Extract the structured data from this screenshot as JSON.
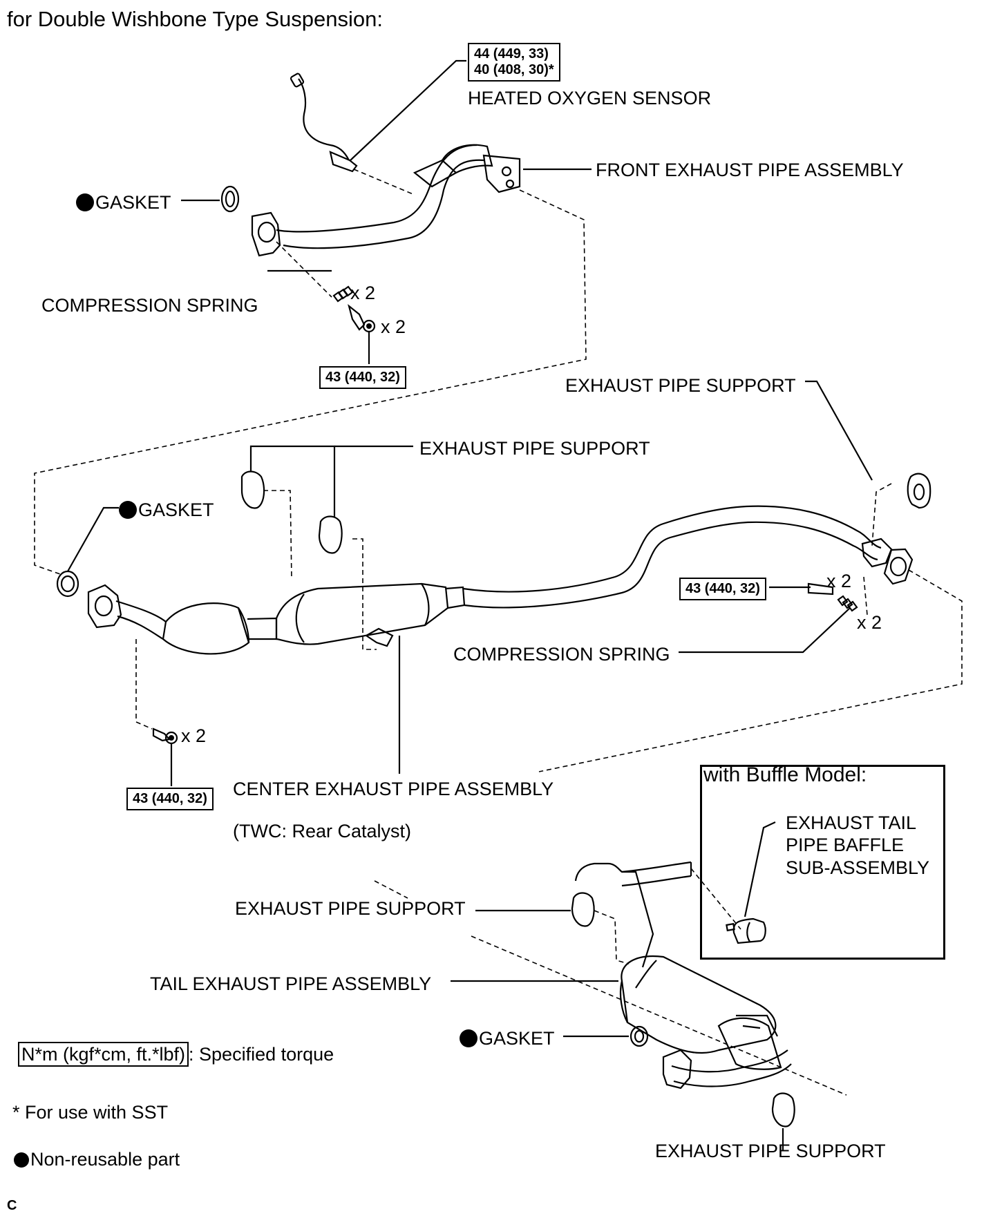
{
  "title": "for Double Wishbone Type Suspension:",
  "labels": {
    "heated_oxygen_sensor": "HEATED OXYGEN SENSOR",
    "front_exhaust_pipe": "FRONT EXHAUST PIPE ASSEMBLY",
    "gasket": "GASKET",
    "compression_spring": "COMPRESSION SPRING",
    "exhaust_pipe_support": "EXHAUST PIPE SUPPORT",
    "center_exhaust_pipe": "CENTER EXHAUST PIPE ASSEMBLY",
    "twc_note": "(TWC: Rear Catalyst)",
    "tail_exhaust_pipe": "TAIL EXHAUST PIPE ASSEMBLY",
    "baffle_model": "with Buffle Model:",
    "baffle_line1": "EXHAUST TAIL",
    "baffle_line2": "PIPE BAFFLE",
    "baffle_line3": "SUB-ASSEMBLY",
    "x2": "x 2"
  },
  "torques": {
    "sensor_line1": "44 (449, 33)",
    "sensor_line2": "40 (408, 30)*",
    "front_bolt": "43 (440, 32)",
    "rear_bolt": "43 (440, 32)",
    "center_bolt": "43 (440, 32)"
  },
  "legend": {
    "torque_unit": "N*m (kgf*cm, ft.*lbf)",
    "torque_desc": ": Specified torque",
    "sst_note": "* For use with SST",
    "non_reusable": "Non-reusable part"
  },
  "footer_code": "C"
}
